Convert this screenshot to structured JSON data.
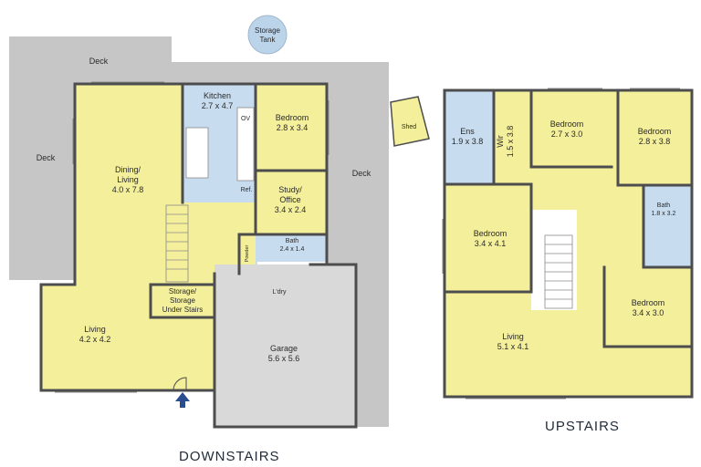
{
  "titles": {
    "downstairs": "DOWNSTAIRS",
    "upstairs": "UPSTAIRS"
  },
  "colors": {
    "room": "#f4ef9a",
    "kitchen": "#c7dcef",
    "deck": "#c6c6c6",
    "garage": "#d9d9d9",
    "wall": "#4d4d4d",
    "tank": "#bcd4ea",
    "entry_arrow": "#2a4d8f"
  },
  "downstairs": {
    "deck_top": "Deck",
    "deck_left": "Deck",
    "deck_right": "Deck",
    "storage_tank": {
      "line1": "Storage",
      "line2": "Tank"
    },
    "shed": "Shed",
    "kitchen": {
      "name": "Kitchen",
      "size": "2.7 x 4.7"
    },
    "dining": {
      "line1": "Dining/",
      "line2": "Living",
      "size": "4.0 x 7.8"
    },
    "bedroom": {
      "name": "Bedroom",
      "size": "2.8 x 3.4"
    },
    "study": {
      "line1": "Study/",
      "line2": "Office",
      "size": "3.4 x 2.4"
    },
    "bath": {
      "name": "Bath",
      "size": "2.4 x 1.4"
    },
    "powder": "Powder",
    "ov": "OV",
    "ref": "Ref.",
    "ldry": "L'dry",
    "storage": {
      "line1": "Storage/",
      "line2": "Storage",
      "line3": "Under Stairs"
    },
    "living": {
      "name": "Living",
      "size": "4.2 x 4.2"
    },
    "garage": {
      "name": "Garage",
      "size": "5.6 x 5.6"
    }
  },
  "upstairs": {
    "ens": {
      "name": "Ens",
      "size": "1.9 x 3.8"
    },
    "wir": {
      "name": "Wir",
      "size": "1.5 x 3.8"
    },
    "bedroom1": {
      "name": "Bedroom",
      "size": "2.7 x 3.0"
    },
    "bedroom2": {
      "name": "Bedroom",
      "size": "2.8 x 3.8"
    },
    "bath": {
      "name": "Bath",
      "size": "1.8 x 3.2"
    },
    "bedroom3": {
      "name": "Bedroom",
      "size": "3.4 x 4.1"
    },
    "bedroom4": {
      "name": "Bedroom",
      "size": "3.4 x 3.0"
    },
    "living": {
      "name": "Living",
      "size": "5.1 x 4.1"
    }
  }
}
